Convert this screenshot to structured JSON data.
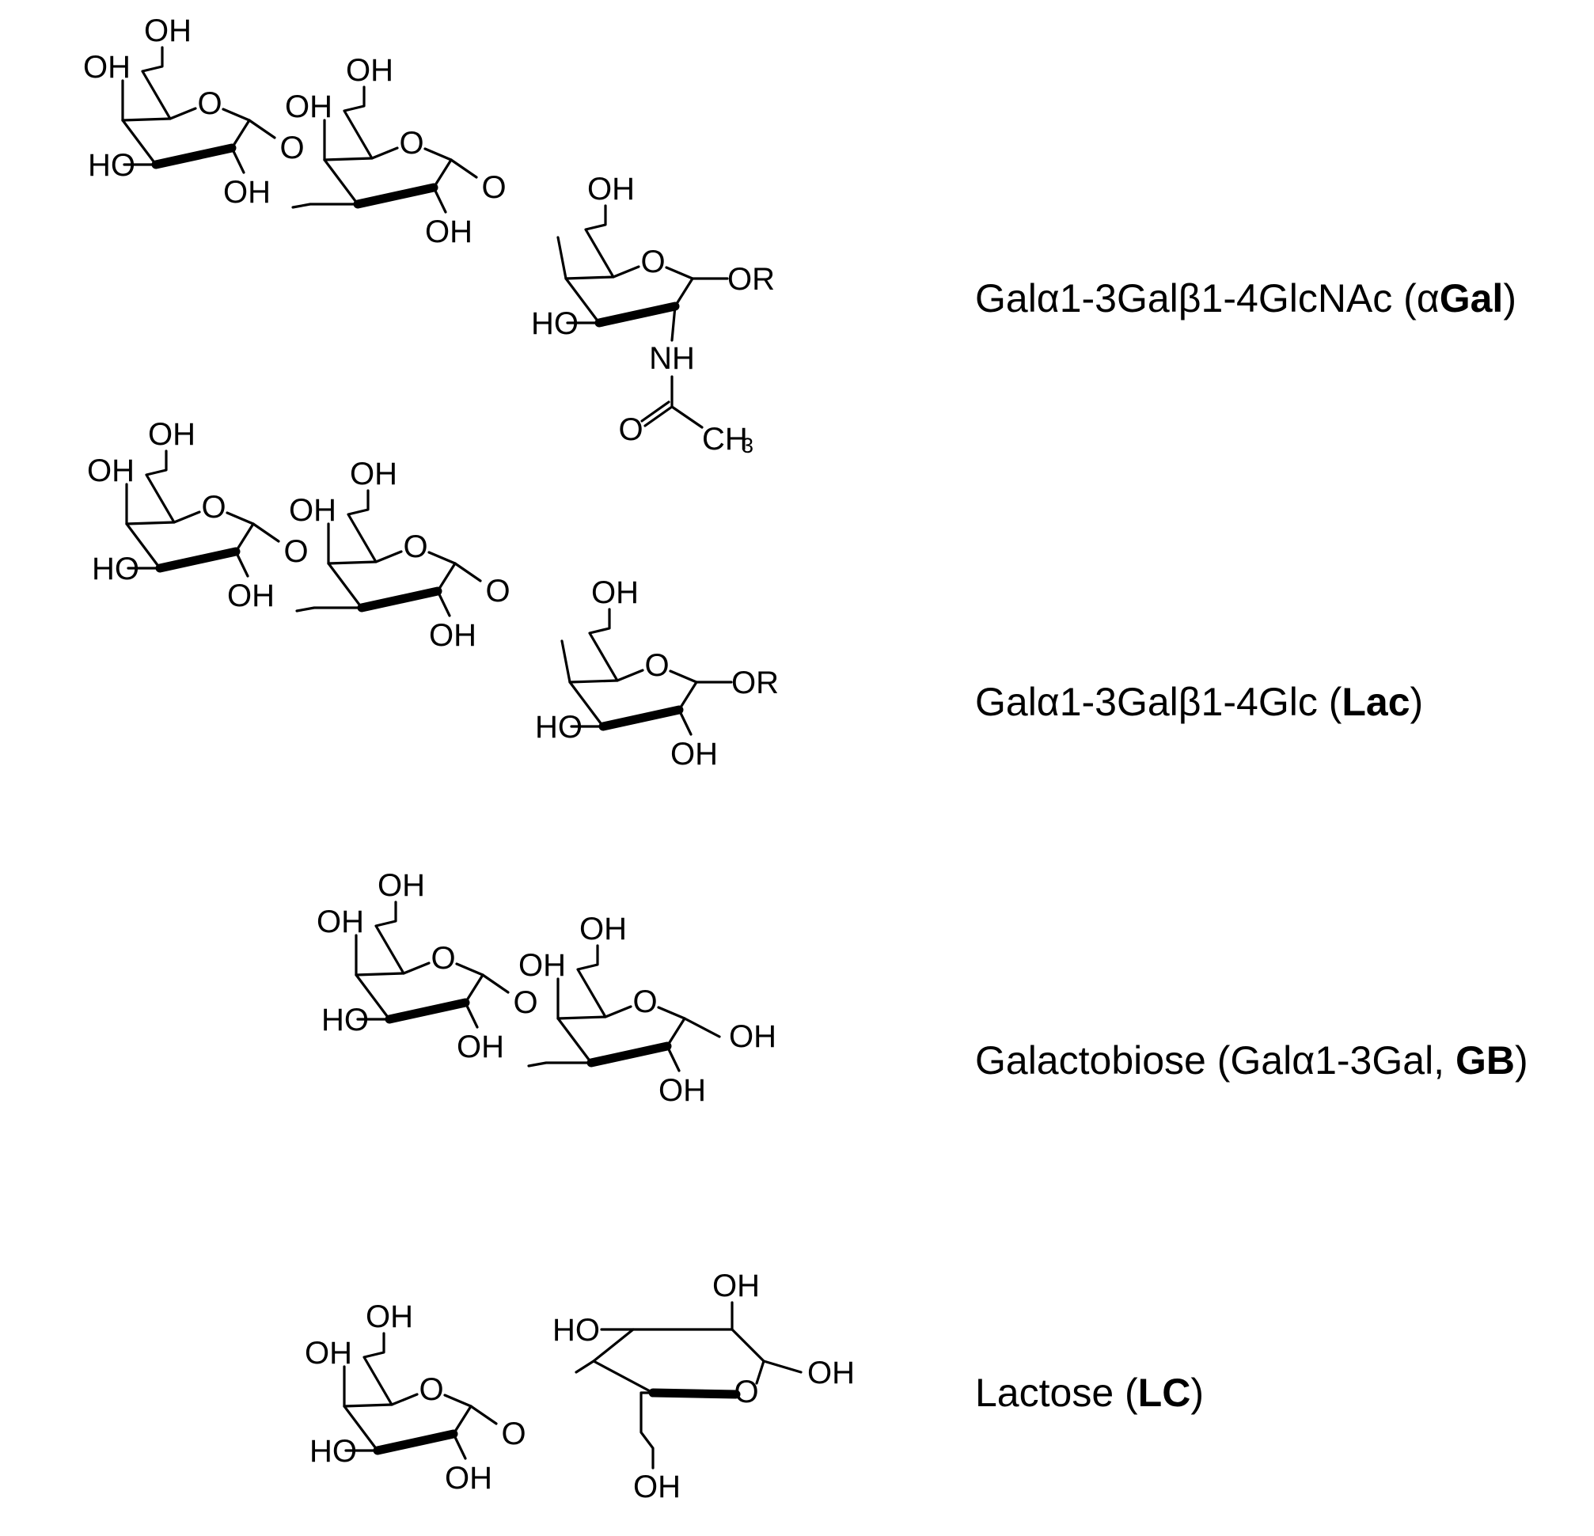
{
  "labels": {
    "oh": "OH",
    "ho": "HO",
    "o": "O",
    "or": "OR",
    "nh": "NH",
    "ch": "CH",
    "three": "3"
  },
  "compounds": [
    {
      "prefix": "Galα1-3Galβ1-4GlcNAc (α",
      "bold": "Gal",
      "suffix": ")"
    },
    {
      "prefix": "Galα1-3Galβ1-4Glc (",
      "bold": "Lac",
      "suffix": ")"
    },
    {
      "prefix": "Galactobiose (Galα1-3Gal, ",
      "bold": "GB",
      "suffix": ")"
    },
    {
      "prefix": "Lactose (",
      "bold": "LC",
      "suffix": ")"
    }
  ]
}
